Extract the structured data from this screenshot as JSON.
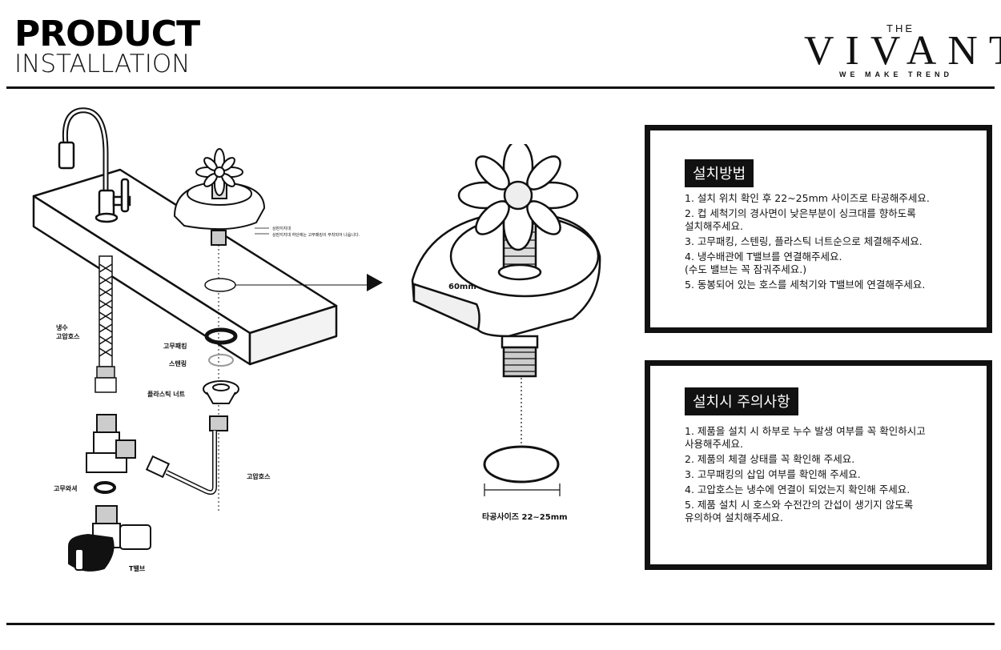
{
  "header": {
    "title": "PRODUCT",
    "subtitle": "INSTALLATION"
  },
  "brand": {
    "the": "THE",
    "name": "VIVANT",
    "tagline": "WE MAKE TREND"
  },
  "diagram": {
    "labels": {
      "cold_water_hose": "냉수\n고압호스",
      "rubber_packing": "고무패킹",
      "stelling": "스텐링",
      "plastic_nut": "플라스틱 너트",
      "rubber_washer": "고무와셔",
      "t_valve": "T밸브",
      "high_pressure_hose": "고압호스",
      "upper_support": "상판지지대",
      "upper_support_note": "상판지지대 하단에는 고무패킹이 부착되어 나옵니다.",
      "dimension_60": "60mm",
      "hole_size": "타공사이즈 22~25mm"
    }
  },
  "install_panel": {
    "title": "설치방법",
    "items": [
      "1. 설치 위치 확인 후 22~25mm 사이즈로 타공해주세요.",
      "2. 컵 세척기의 경사면이 낮은부분이 싱크대를 향하도록\n   설치해주세요.",
      "3. 고무패킹, 스텐링, 플라스틱 너트순으로 체결해주세요.",
      "4. 냉수배관에 T밸브를 연결해주세요.\n   (수도 밸브는 꼭 잠궈주세요.)",
      "5. 동봉되어 있는 호스를 세척기와 T밸브에 연결해주세요."
    ]
  },
  "caution_panel": {
    "title": "설치시 주의사항",
    "items": [
      "1. 제품을 설치 시 하부로 누수 발생 여부를 꼭 확인하시고\n   사용해주세요.",
      "2. 제품의 체결 상태를 꼭 확인해 주세요.",
      "3. 고무패킹의 삽입 여부를 확인해 주세요.",
      "4. 고압호스는 냉수에 연결이 되었는지 확인해 주세요.",
      "5. 제품 설치 시 호스와 수전간의 간섭이 생기지 않도록\n   유의하여 설치해주세요."
    ]
  }
}
